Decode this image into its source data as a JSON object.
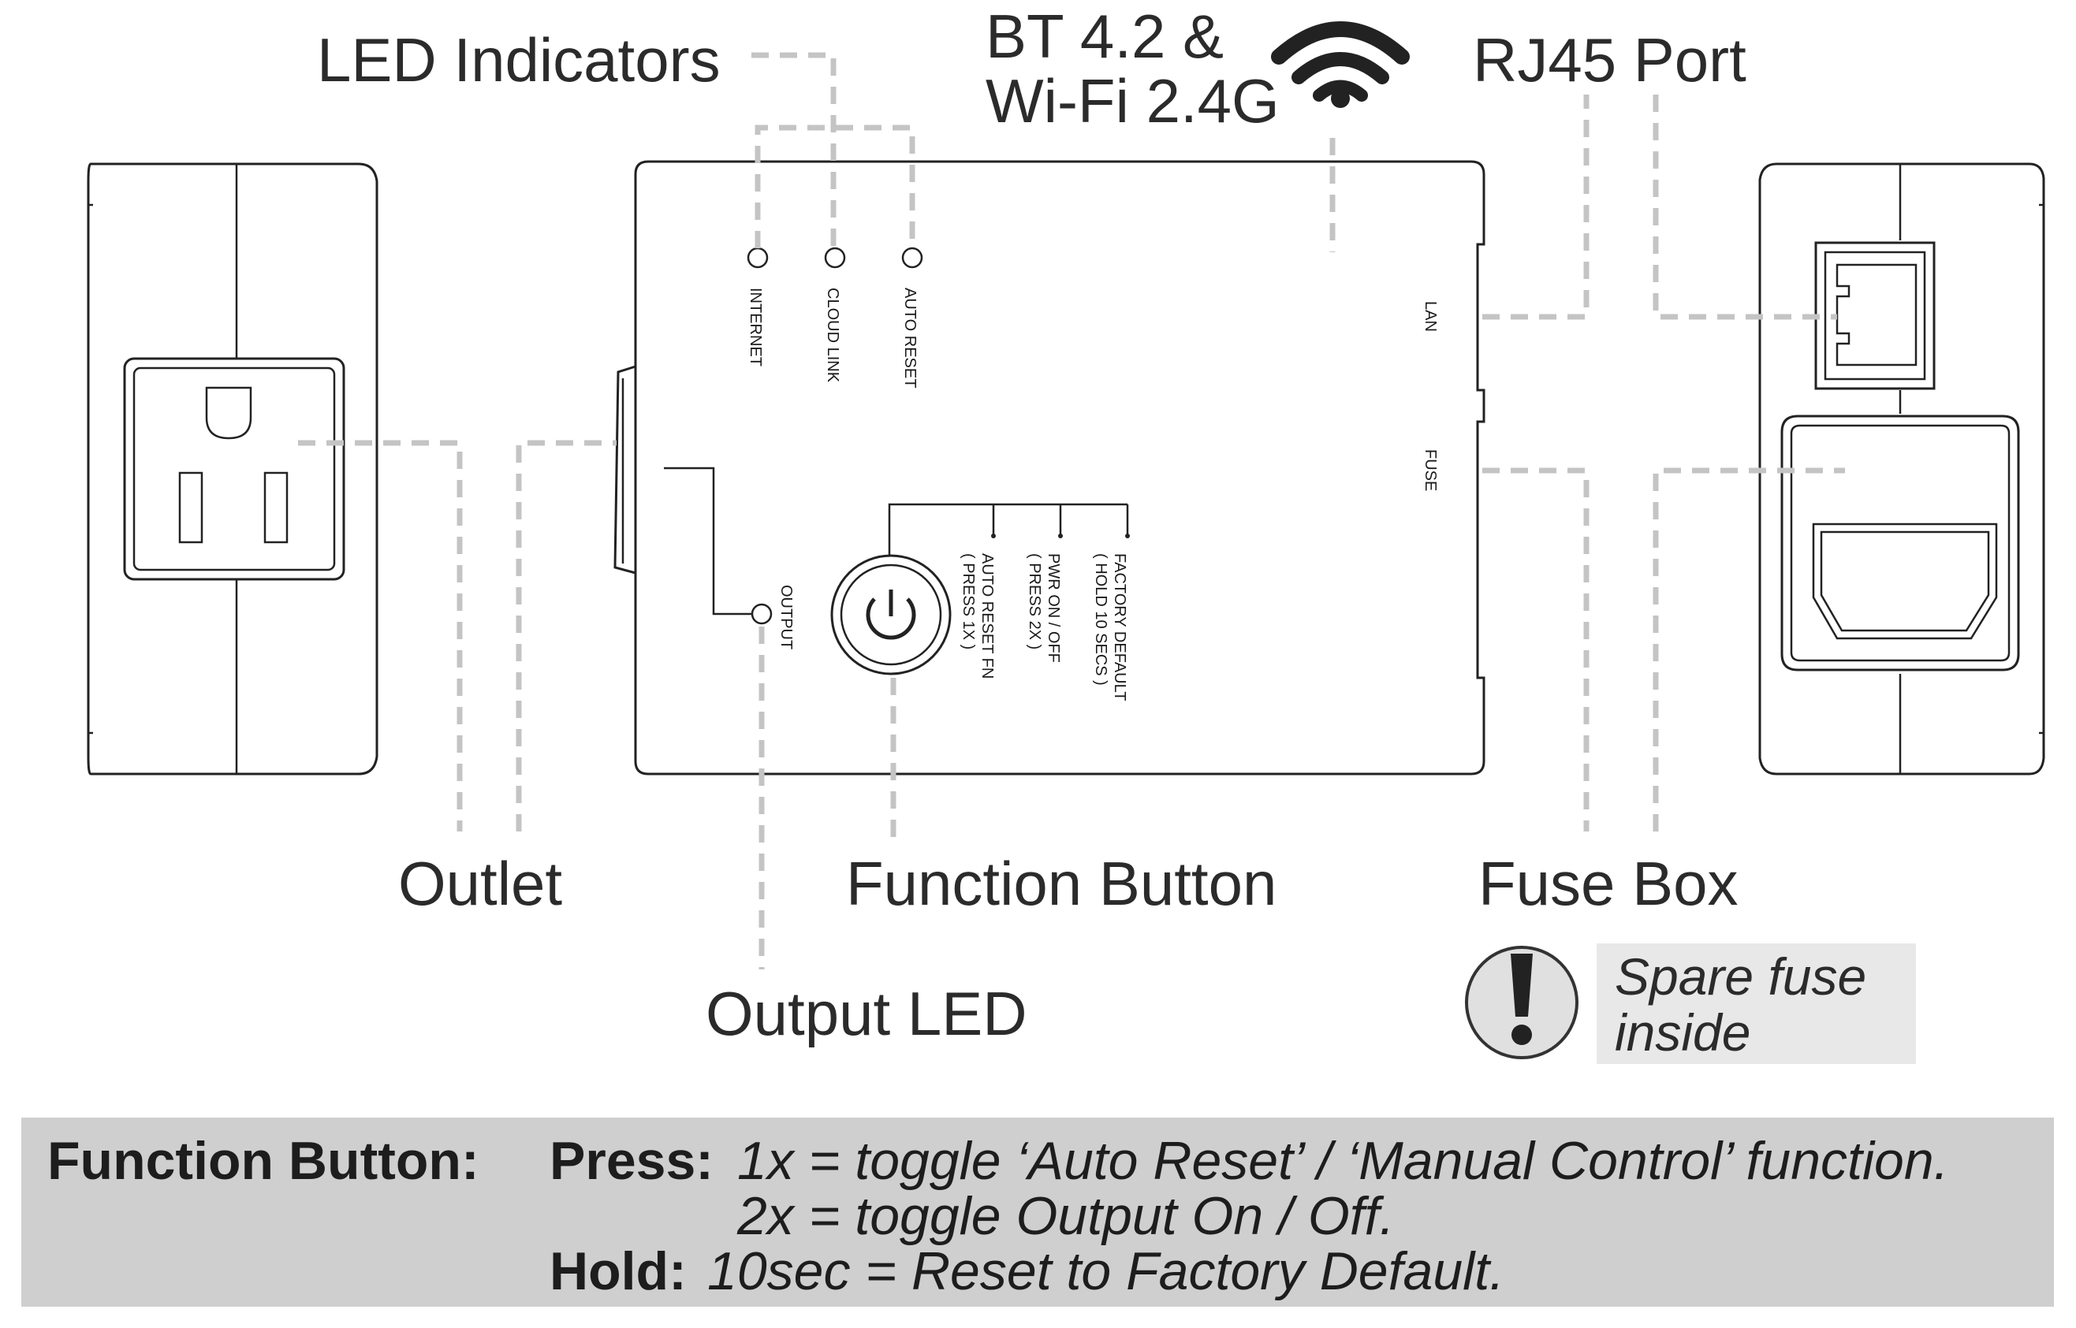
{
  "callouts": {
    "led_indicators": "LED Indicators",
    "bt_line1": "BT 4.2 &",
    "bt_line2": "Wi-Fi 2.4G",
    "rj45_port": "RJ45 Port",
    "outlet": "Outlet",
    "function_button": "Function Button",
    "fuse_box": "Fuse Box",
    "output_led": "Output LED"
  },
  "device_labels": {
    "internet": "INTERNET",
    "cloud_link": "CLOUD LINK",
    "auto_reset": "AUTO RESET",
    "output": "OUTPUT",
    "lan": "LAN",
    "fuse": "FUSE",
    "factory_default_1": "FACTORY DEFAULT",
    "factory_default_2": "( HOLD 10 SECS )",
    "pwr_1": "PWR ON / OFF",
    "pwr_2": "( PRESS 2X )",
    "auto_reset_fn_1": "AUTO RESET FN",
    "auto_reset_fn_2": "( PRESS 1X )"
  },
  "note": {
    "line1": "Spare fuse",
    "line2": "inside"
  },
  "instructions": {
    "heading": "Function Button:",
    "press_label": "Press:",
    "press_1": "1x = toggle ‘Auto Reset’ / ‘Manual Control’ function.",
    "press_2": "2x = toggle Output On / Off.",
    "hold_label": "Hold:",
    "hold_1": "10sec = Reset to Factory Default."
  },
  "colors": {
    "leader_lines": "#c4c4c4",
    "outline": "#222222",
    "instruction_bar": "#cfcfcf",
    "note_box": "#e8e8e8"
  }
}
